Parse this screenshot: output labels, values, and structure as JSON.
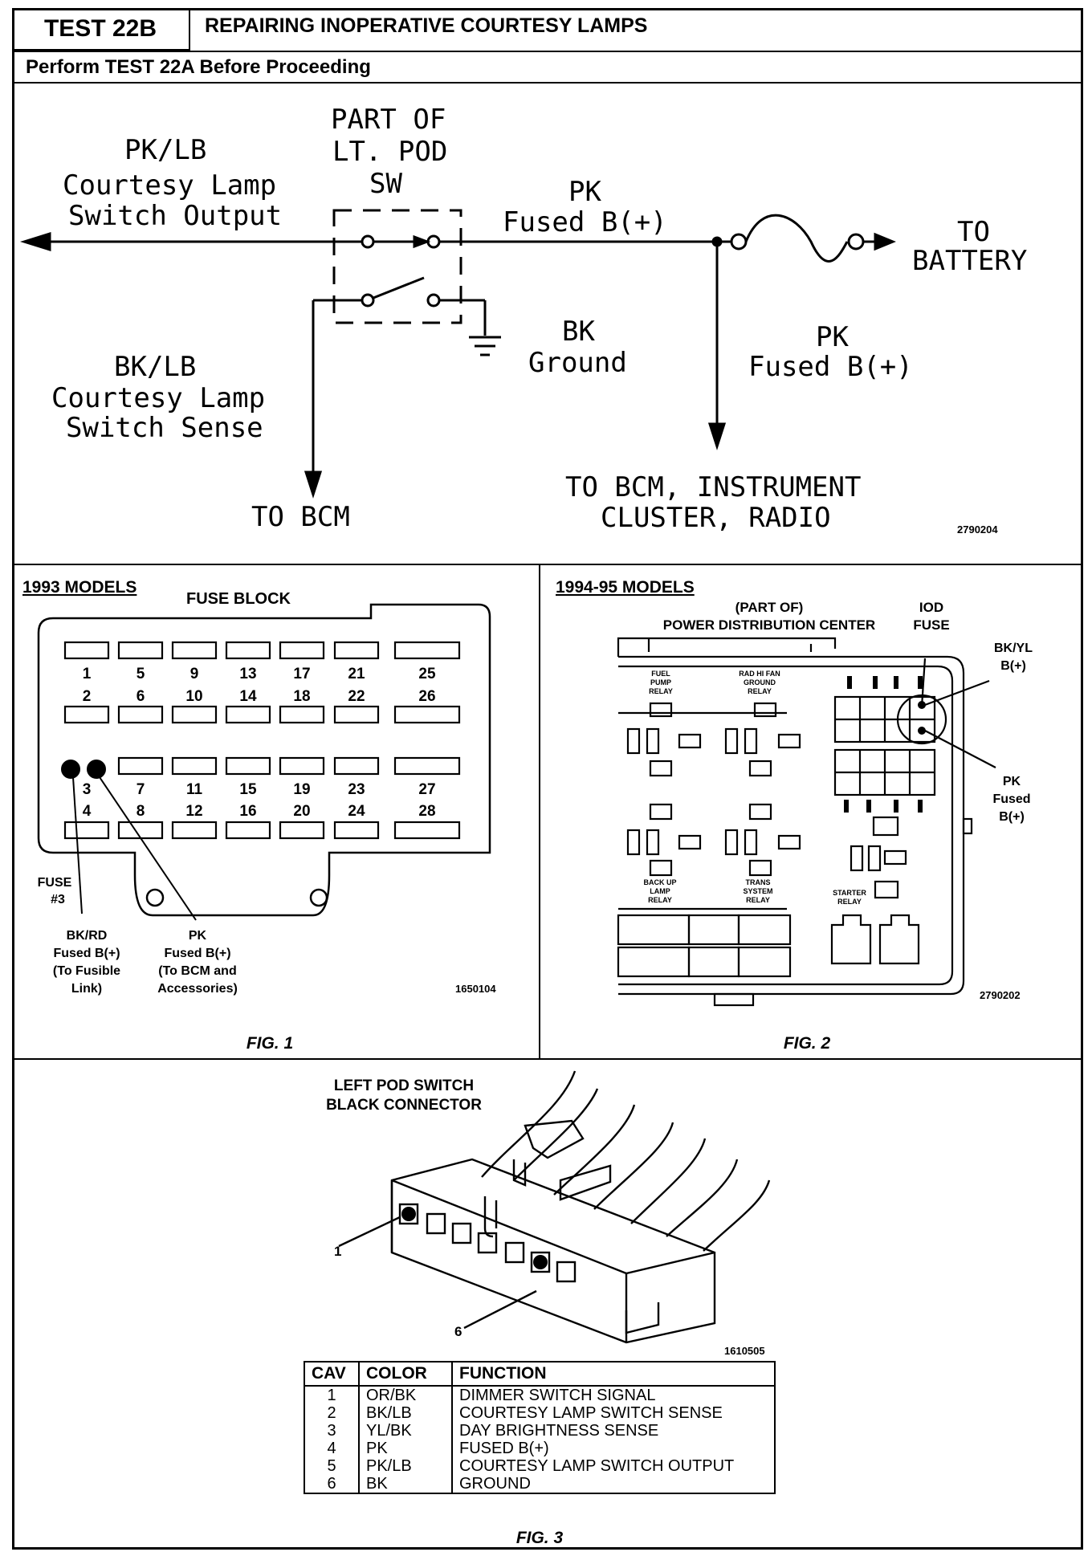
{
  "header": {
    "test_code": "TEST 22B",
    "title": "REPAIRING INOPERATIVE COURTESY LAMPS",
    "subtitle": "Perform TEST 22A Before Proceeding"
  },
  "schematic": {
    "switch_label": [
      "PART OF",
      "LT. POD",
      "SW"
    ],
    "left_output": [
      "PK/LB",
      "Courtesy Lamp",
      "Switch Output"
    ],
    "fused_top": [
      "PK",
      "Fused B(+)"
    ],
    "to_battery": [
      "TO",
      "BATTERY"
    ],
    "ground": [
      "BK",
      "Ground"
    ],
    "fused_right": [
      "PK",
      "Fused B(+)"
    ],
    "sense": [
      "BK/LB",
      "Courtesy Lamp",
      "Switch Sense"
    ],
    "to_bcm": "TO BCM",
    "to_cluster": [
      "TO BCM, INSTRUMENT",
      "CLUSTER, RADIO"
    ],
    "code": "2790204"
  },
  "fig1": {
    "models": "1993 MODELS",
    "title": "FUSE BLOCK",
    "fuse_numbers_row1": [
      "1",
      "5",
      "9",
      "13",
      "17",
      "21",
      "25"
    ],
    "fuse_numbers_row2": [
      "2",
      "6",
      "10",
      "14",
      "18",
      "22",
      "26"
    ],
    "fuse_numbers_row3": [
      "3",
      "7",
      "11",
      "15",
      "19",
      "23",
      "27"
    ],
    "fuse_numbers_row4": [
      "4",
      "8",
      "12",
      "16",
      "20",
      "24",
      "28"
    ],
    "fuse_label": [
      "FUSE",
      "#3"
    ],
    "bkrd_label": [
      "BK/RD",
      "Fused B(+)",
      "(To Fusible",
      "Link)"
    ],
    "pk_label": [
      "PK",
      "Fused B(+)",
      "(To BCM and",
      "Accessories)"
    ],
    "code": "1650104",
    "caption": "FIG. 1"
  },
  "fig2": {
    "models": "1994-95 MODELS",
    "pdc_label": [
      "(PART OF)",
      "POWER DISTRIBUTION CENTER"
    ],
    "iod_label": [
      "IOD",
      "FUSE"
    ],
    "bkyl_label": [
      "BK/YL",
      "B(+)"
    ],
    "pk_label": [
      "PK",
      "Fused",
      "B(+)"
    ],
    "relays": {
      "fuel_pump": [
        "FUEL",
        "PUMP",
        "RELAY"
      ],
      "rad_fan": [
        "RAD HI FAN",
        "GROUND",
        "RELAY"
      ],
      "back_up": [
        "BACK UP",
        "LAMP",
        "RELAY"
      ],
      "trans": [
        "TRANS",
        "SYSTEM",
        "RELAY"
      ],
      "starter": [
        "STARTER",
        "RELAY"
      ]
    },
    "code": "2790202",
    "caption": "FIG. 2"
  },
  "fig3": {
    "title": [
      "LEFT POD SWITCH",
      "BLACK CONNECTOR"
    ],
    "callout_1": "1",
    "callout_6": "6",
    "code": "1610505",
    "caption": "FIG. 3",
    "table": {
      "headers": [
        "CAV",
        "COLOR",
        "FUNCTION"
      ],
      "rows": [
        [
          "1",
          "OR/BK",
          "DIMMER SWITCH SIGNAL"
        ],
        [
          "2",
          "BK/LB",
          "COURTESY LAMP SWITCH SENSE"
        ],
        [
          "3",
          "YL/BK",
          "DAY BRIGHTNESS SENSE"
        ],
        [
          "4",
          "PK",
          "FUSED B(+)"
        ],
        [
          "5",
          "PK/LB",
          "COURTESY LAMP SWITCH OUTPUT"
        ],
        [
          "6",
          "BK",
          "GROUND"
        ]
      ]
    }
  }
}
